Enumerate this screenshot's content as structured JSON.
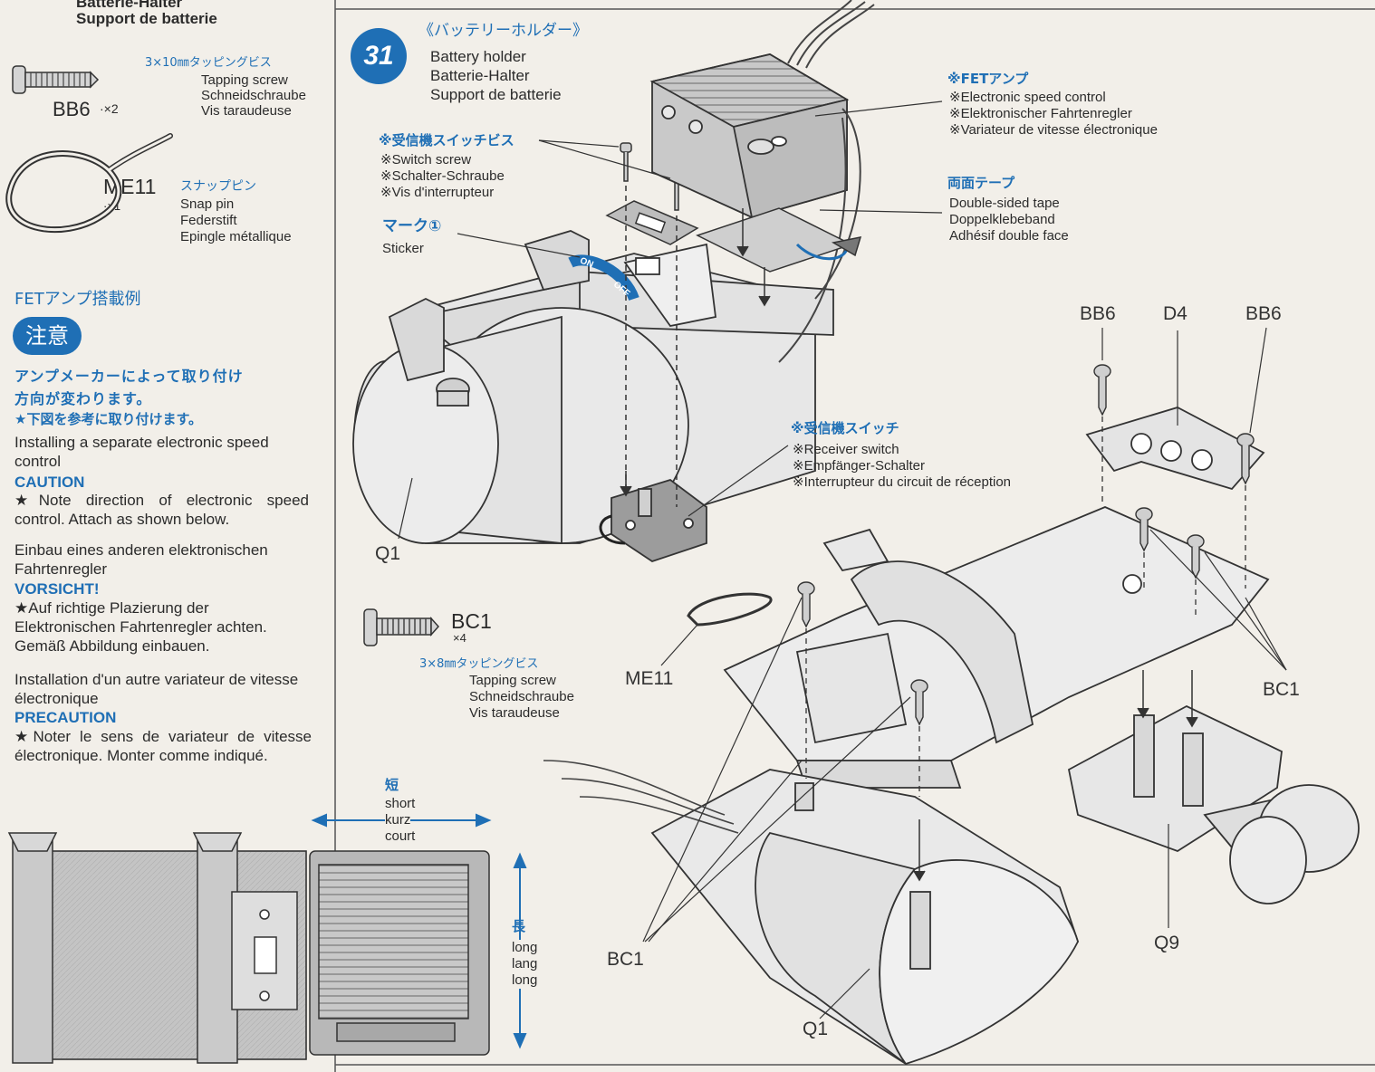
{
  "left_col": {
    "header_de": "Batterie-Halter",
    "header_fr": "Support de batterie",
    "bb6": {
      "jp": "3×10㎜タッピングビス",
      "en": "Tapping screw",
      "de": "Schneidschraube",
      "fr": "Vis taraudeuse",
      "code": "BB6",
      "qty": "·×2"
    },
    "me11": {
      "code": "ME11",
      "qty": "·×1",
      "jp": "スナップピン",
      "en": "Snap pin",
      "de": "Federstift",
      "fr": "Epingle métallique"
    },
    "fet_title": "FETアンプ搭載例",
    "caution_badge": "注意",
    "jp_note1": "アンプメーカーによって取り付け",
    "jp_note2": "方向が変わります。",
    "jp_note3": "★下図を参考に取り付けます。",
    "en_intro": "Installing a separate electronic speed control",
    "en_head": "CAUTION",
    "en_body": "★Note direction of electronic speed control. Attach as shown below.",
    "de_intro": "Einbau eines anderen elektronischen Fahrtenregler",
    "de_head": "VORSICHT!",
    "de_body": "★Auf richtige Plazierung der Elektronischen Fahrtenregler achten. Gemäß Abbildung einbauen.",
    "fr_intro": "Installation d'un autre variateur de vitesse électronique",
    "fr_head": "PRECAUTION",
    "fr_body": "★Noter le sens de variateur de vitesse électronique. Monter comme indiqué."
  },
  "step": {
    "number": "31",
    "jp": "《バッテリーホルダー》",
    "en": "Battery holder",
    "de": "Batterie-Halter",
    "fr": "Support de batterie"
  },
  "callouts": {
    "switch_screw": {
      "jp": "※受信機スイッチビス",
      "en": "※Switch screw",
      "de": "※Schalter-Schraube",
      "fr": "※Vis d'interrupteur"
    },
    "mark": {
      "jp": "マーク①",
      "en": "Sticker"
    },
    "fet": {
      "jp": "※FETアンプ",
      "en": "※Electronic speed control",
      "de": "※Elektronischer Fahrtenregler",
      "fr": "※Variateur de vitesse électronique"
    },
    "tape": {
      "jp": "両面テープ",
      "en": "Double-sided tape",
      "de": "Doppelklebeband",
      "fr": "Adhésif double face"
    },
    "receiver_switch": {
      "jp": "※受信機スイッチ",
      "en": "※Receiver switch",
      "de": "※Empfänger-Schalter",
      "fr": "※Interrupteur du circuit de réception"
    },
    "sticker_on": "ON",
    "sticker_off": "OFF"
  },
  "bc1": {
    "code": "BC1",
    "qty": "×4",
    "jp": "3×8㎜タッピングビス",
    "en": "Tapping screw",
    "de": "Schneidschraube",
    "fr": "Vis taraudeuse"
  },
  "part_labels": {
    "q1_top": "Q1",
    "q1_bottom": "Q1",
    "me11": "ME11",
    "bb6_left": "BB6",
    "d4": "D4",
    "bb6_right": "BB6",
    "bc1_right": "BC1",
    "bc1_bottom": "BC1",
    "q9": "Q9"
  },
  "dims": {
    "short_jp": "短",
    "short_en": "short",
    "short_de": "kurz",
    "short_fr": "court",
    "long_jp": "長",
    "long_en": "long",
    "long_de": "lang",
    "long_fr": "long"
  },
  "colors": {
    "accent": "#1f6fb5",
    "paper": "#f2efe9",
    "line": "#333333",
    "gray_fill": "#cfcfcf"
  }
}
